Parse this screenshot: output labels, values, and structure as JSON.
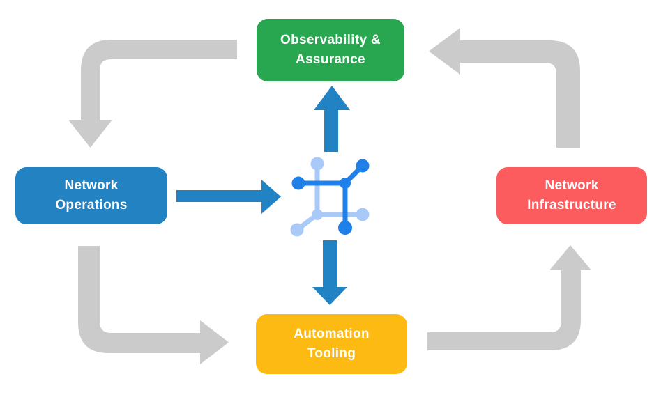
{
  "diagram": {
    "type": "cycle-flow-diagram",
    "description": "Network lifecycle loop with four stages around a central network fabric icon"
  },
  "colors": {
    "observability_green": "#28A750",
    "operations_blue": "#2282C2",
    "infrastructure_red": "#FC5C5E",
    "automation_yellow": "#FCBA13",
    "flow_arrow_gray": "#CBCBCB",
    "io_arrow_blue": "#2182C4",
    "icon_dark_blue": "#1F80EA",
    "icon_light_blue": "#A9C9F8",
    "label_text": "#FFFFFF"
  },
  "nodes": {
    "observability": {
      "label": "Observability &\nAssurance"
    },
    "operations": {
      "label": "Network\nOperations"
    },
    "infrastructure": {
      "label": "Network\nInfrastructure"
    },
    "automation": {
      "label": "Automation\nTooling"
    }
  },
  "center_icon": {
    "name": "network-fabric-icon"
  },
  "flows": [
    {
      "from": "observability",
      "to": "operations",
      "style": "gray-elbow"
    },
    {
      "from": "operations",
      "to": "automation",
      "style": "gray-elbow"
    },
    {
      "from": "automation",
      "to": "infrastructure",
      "style": "gray-elbow"
    },
    {
      "from": "infrastructure",
      "to": "observability",
      "style": "gray-elbow"
    }
  ],
  "io_arrows": [
    {
      "from": "operations",
      "to": "center-icon",
      "direction": "right"
    },
    {
      "from": "center-icon",
      "to": "observability",
      "direction": "up"
    },
    {
      "from": "center-icon",
      "to": "automation",
      "direction": "down"
    }
  ]
}
